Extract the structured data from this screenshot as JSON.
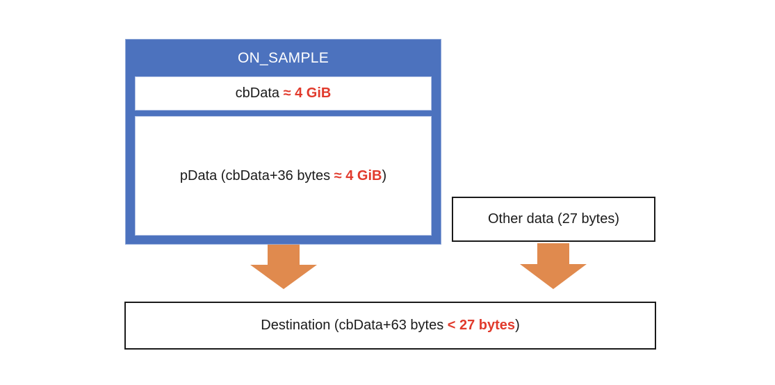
{
  "diagram": {
    "title": "ON_SAMPLE buffer size diagram",
    "colors": {
      "container_blue": "#4c72be",
      "arrow_orange": "#e08a4e",
      "highlight_red": "#e13a2c",
      "box_border_black": "#1a1a1a",
      "background": "#ffffff"
    },
    "on_sample": {
      "title": "ON_SAMPLE",
      "cbData": {
        "prefix": "cbData ",
        "highlight": "≈ 4 GiB"
      },
      "pData": {
        "prefix": "pData (cbData+36 bytes ",
        "highlight": "≈ 4 GiB",
        "suffix": ")"
      }
    },
    "other_data": {
      "label": "Other data (27 bytes)"
    },
    "destination": {
      "prefix": "Destination (cbData+63 bytes ",
      "highlight": "< 27 bytes",
      "suffix": ")"
    },
    "arrows": {
      "left": "down-arrow-from-on-sample",
      "right": "down-arrow-from-other-data"
    }
  }
}
